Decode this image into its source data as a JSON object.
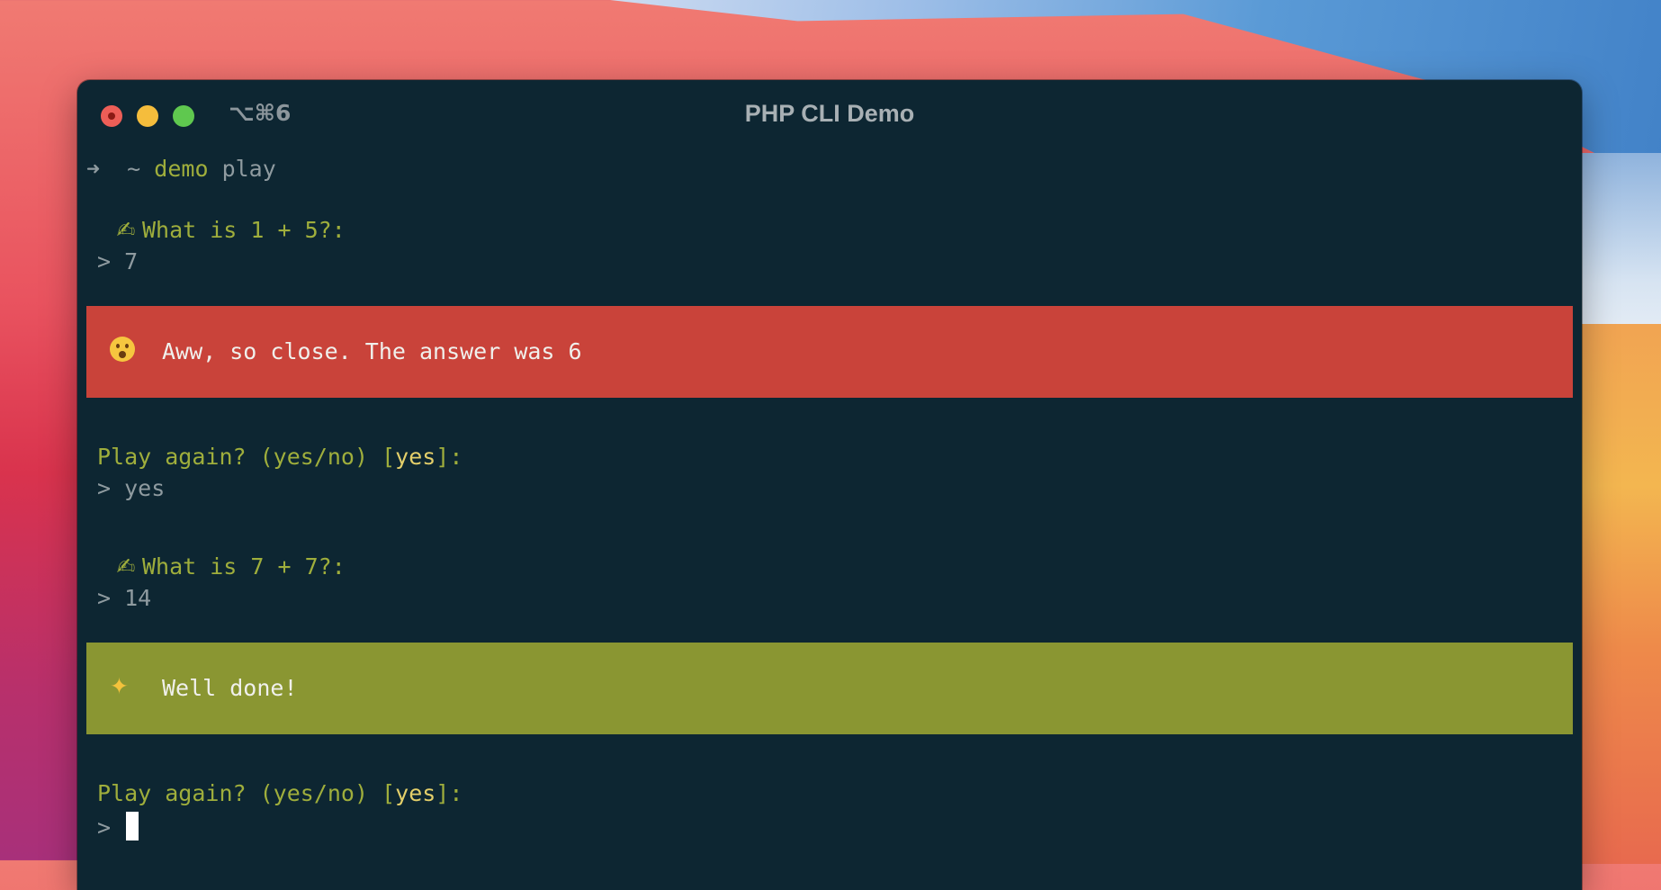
{
  "window": {
    "title": "PHP CLI Demo",
    "shortcut": "⌥⌘6"
  },
  "terminal": {
    "prompt_arrow": "➜",
    "prompt_dir": "~",
    "command": "demo",
    "command_arg": "play",
    "question1": "What is 1 + 5?:",
    "answer1": "> 7",
    "result1": "Aww, so close. The answer was 6",
    "again1_prefix": "Play again? (yes/no) [",
    "again1_default": "yes",
    "again1_suffix": "]:",
    "again1_answer": "> yes",
    "question2": "What is 7 + 7?:",
    "answer2": "> 14",
    "result2": "Well done!",
    "again2_prefix": "Play again? (yes/no) [",
    "again2_default": "yes",
    "again2_suffix": "]:",
    "input_prompt": "> "
  },
  "colors": {
    "terminal_bg": "#0d2632",
    "error_banner": "#c9433a",
    "success_banner": "#8a9632",
    "prompt_green": "#9fae3c"
  },
  "icons": {
    "question_emoji": "writing-hand-icon",
    "error_emoji": "surprised-face-icon",
    "success_emoji": "party-popper-icon"
  }
}
